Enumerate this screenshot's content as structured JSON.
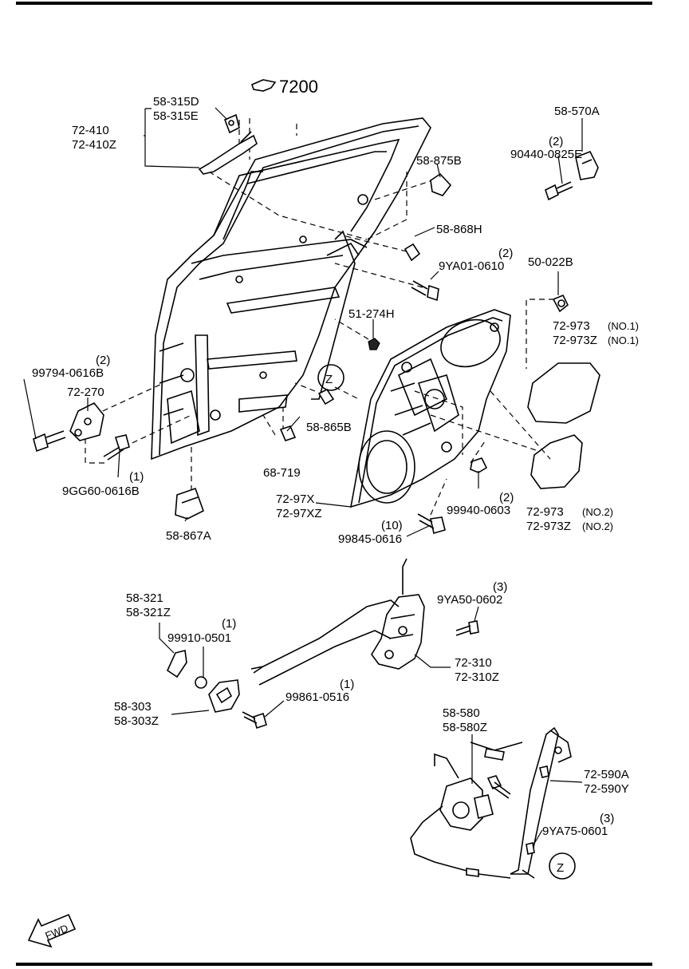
{
  "diagram": {
    "callouts": {
      "c7200": "7200",
      "c58_315": [
        "58-315D",
        "58-315E"
      ],
      "c72_410": [
        "72-410",
        "72-410Z"
      ],
      "c58_570A": "58-570A",
      "c90440": [
        "(2)",
        "90440-0825E"
      ],
      "c58_875B": "58-875B",
      "c58_868H": "58-868H",
      "c9YA01": [
        "(2)",
        "9YA01-0610"
      ],
      "c50_022B": "50-022B",
      "c51_274H": "51-274H",
      "c72_973_1": [
        "72-973",
        "(NO.1)",
        "72-973Z",
        "(NO.1)"
      ],
      "c99794": [
        "(2)",
        "99794-0616B"
      ],
      "c72_270": "72-270",
      "zone_z": "Z",
      "c58_865B": "58-865B",
      "c68_719": "68-719",
      "c9GG60": [
        "(1)",
        "9GG60-0616B"
      ],
      "c72_97X": [
        "72-97X",
        "72-97XZ"
      ],
      "c99940": [
        "(2)",
        "99940-0603"
      ],
      "c72_973_2": [
        "72-973",
        "(NO.2)",
        "72-973Z",
        "(NO.2)"
      ],
      "c58_867A": "58-867A",
      "c99845": [
        "(10)",
        "99845-0616"
      ],
      "c9YA50": [
        "(3)",
        "9YA50-0602"
      ],
      "c58_321": [
        "58-321",
        "58-321Z"
      ],
      "c99910": [
        "(1)",
        "99910-0501"
      ],
      "c72_310": [
        "72-310",
        "72-310Z"
      ],
      "c58_303": [
        "58-303",
        "58-303Z"
      ],
      "c99861": [
        "(1)",
        "99861-0516"
      ],
      "c58_580": [
        "58-580",
        "58-580Z"
      ],
      "c72_590": [
        "72-590A",
        "72-590Y"
      ],
      "c9YA75": [
        "(3)",
        "9YA75-0601"
      ]
    },
    "fwd_label": "FWD"
  }
}
